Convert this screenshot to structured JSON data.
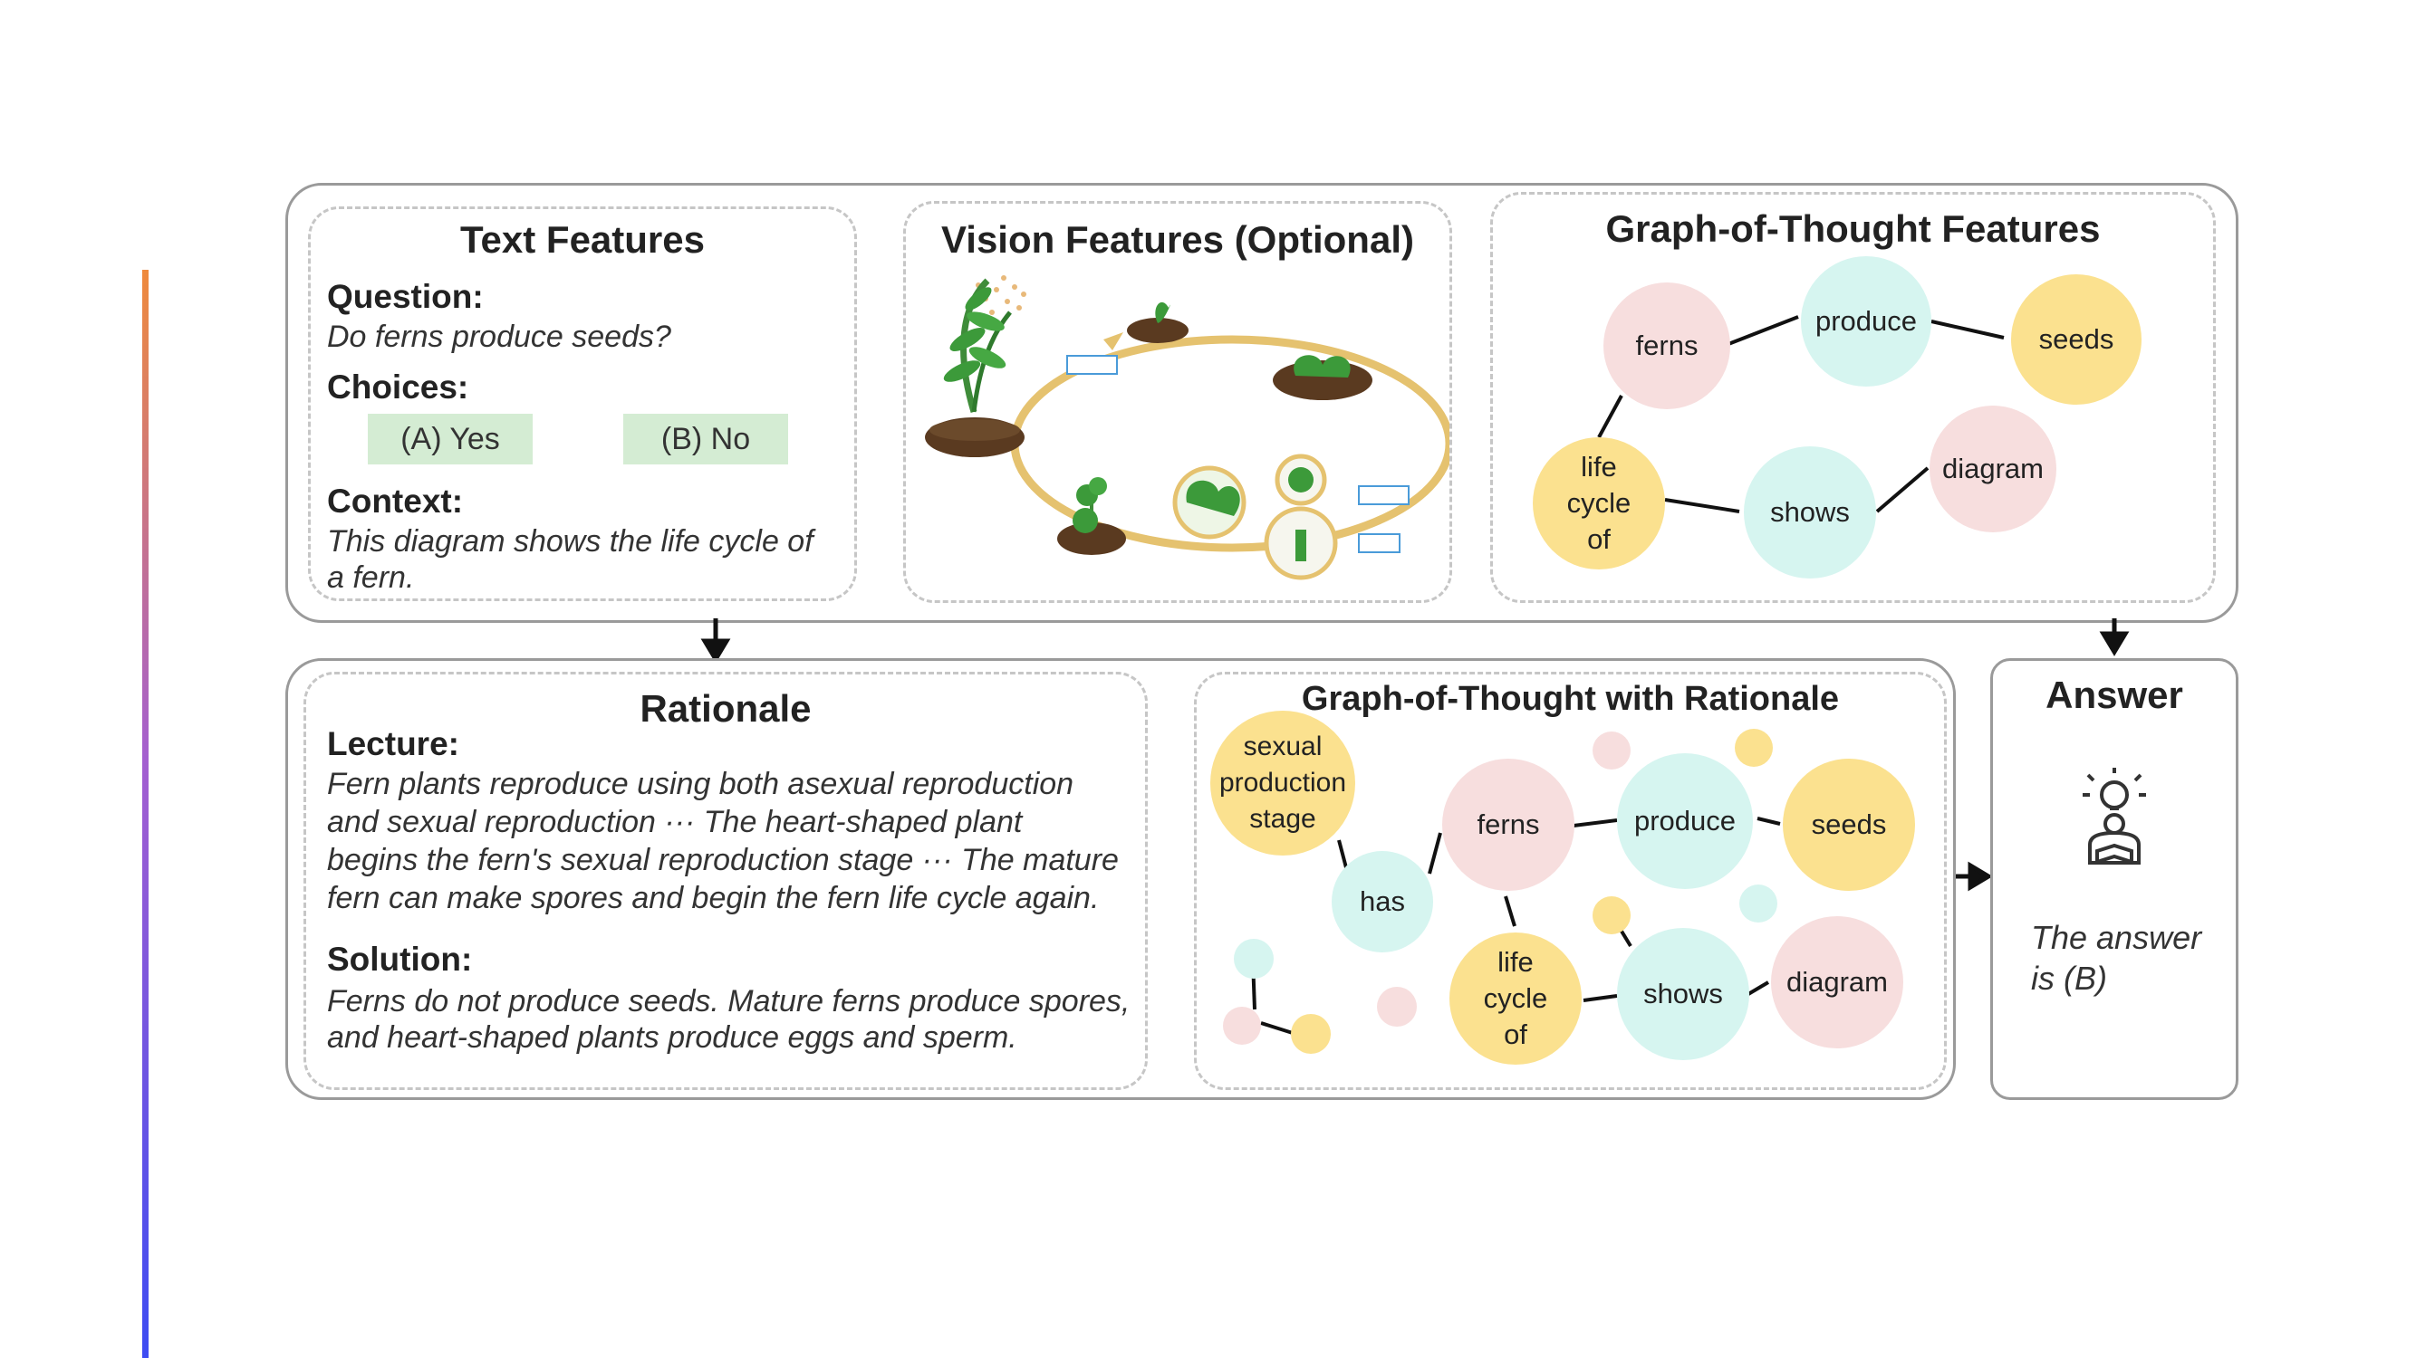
{
  "text_features": {
    "title": "Text Features",
    "question_label": "Question:",
    "question": "Do ferns produce seeds?",
    "choices_label": "Choices:",
    "choice_a": "(A) Yes",
    "choice_b": "(B) No",
    "context_label": "Context:",
    "context_line1": "This diagram shows the life cycle of",
    "context_line2": "a fern."
  },
  "vision_features": {
    "title": "Vision Features (Optional)"
  },
  "got_features": {
    "title": "Graph-of-Thought Features",
    "nodes": {
      "ferns": "ferns",
      "produce": "produce",
      "seeds": "seeds",
      "life": "life",
      "cycle": "cycle",
      "of": "of",
      "shows": "shows",
      "diagram": "diagram"
    }
  },
  "rationale": {
    "title": "Rationale",
    "lecture_label": "Lecture:",
    "lecture_lines": [
      "Fern plants reproduce using both asexual reproduction",
      "and sexual reproduction ··· The heart-shaped plant",
      "begins the fern's sexual reproduction stage ··· The mature",
      "fern can make spores and begin the fern life cycle again."
    ],
    "solution_label": "Solution:",
    "solution_lines": [
      "Ferns do not produce seeds. Mature ferns produce spores,",
      "and heart-shaped plants produce eggs and sperm."
    ]
  },
  "got_rationale": {
    "title": "Graph-of-Thought with Rationale",
    "nodes": {
      "sexual": "sexual",
      "production": "production",
      "stage": "stage",
      "has": "has",
      "ferns": "ferns",
      "produce": "produce",
      "seeds": "seeds",
      "life": "life",
      "cycle": "cycle",
      "of": "of",
      "shows": "shows",
      "diagram": "diagram"
    }
  },
  "answer": {
    "title": "Answer",
    "icon": "lightbulb-person-icon",
    "line1": "The answer",
    "line2": "is (B)"
  },
  "colors": {
    "pink_node": "#f7dede",
    "mint_node": "#d6f5f0",
    "yellow_node": "#fbe18f",
    "choice_bg": "#d4ecd3",
    "panel_border": "#9a9a9a"
  }
}
